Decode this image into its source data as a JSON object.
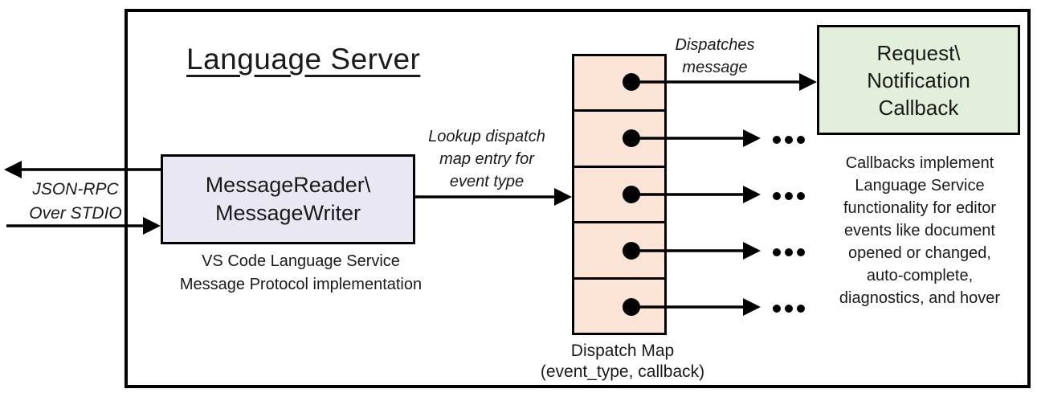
{
  "diagram": {
    "title": "Language Server",
    "stdio_label": {
      "line1": "JSON-RPC",
      "line2": "Over STDIO"
    },
    "reader_box": {
      "line1": "MessageReader\\",
      "line2": "MessageWriter",
      "caption_line1": "VS Code Language Service",
      "caption_line2": "Message Protocol implementation"
    },
    "lookup_label": {
      "line1": "Lookup dispatch",
      "line2": "map entry for",
      "line3": "event type"
    },
    "dispatches_label": {
      "line1": "Dispatches",
      "line2": "message"
    },
    "dispatch_map": {
      "cell_count": 5,
      "caption_line1": "Dispatch Map",
      "caption_line2": "(event_type, callback)"
    },
    "callback_box": {
      "line1": "Request\\",
      "line2": "Notification",
      "line3": "Callback"
    },
    "callbacks_note": {
      "lines": [
        "Callbacks implement",
        "Language Service",
        "functionality for editor",
        "events like document",
        "opened or changed,",
        "auto-complete,",
        "diagnostics, and hover"
      ]
    },
    "colors": {
      "reader_box_fill": "#e9e7f1",
      "dispatch_cell_fill": "#fce4d6",
      "callback_box_fill": "#e2efda",
      "stroke": "#000000"
    }
  }
}
